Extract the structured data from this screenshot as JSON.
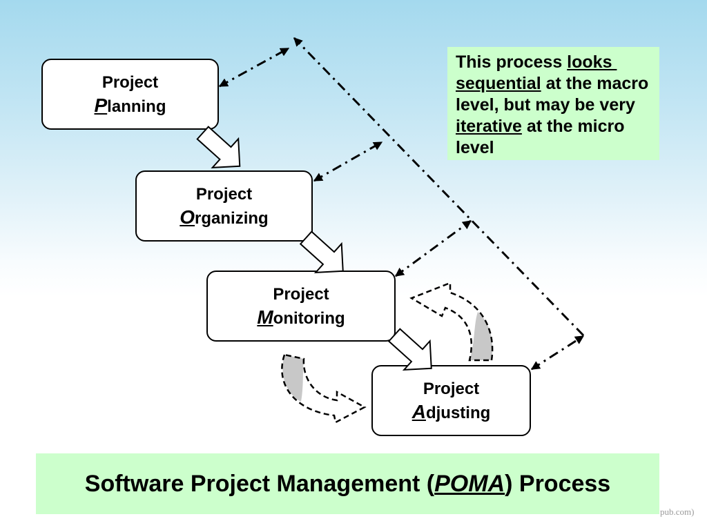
{
  "diagram": {
    "boxes": [
      {
        "label": "Project",
        "initial": "P",
        "rest": "lanning"
      },
      {
        "label": "Project",
        "initial": "O",
        "rest": "rganizing"
      },
      {
        "label": "Project",
        "initial": "M",
        "rest": "onitoring"
      },
      {
        "label": "Project",
        "initial": "A",
        "rest": "djusting"
      }
    ]
  },
  "note": {
    "line1_text": "This process ",
    "line1_underlined": "looks ",
    "line2_underlined": "sequential",
    "line2_text": " at the macro",
    "line3_text": "level, but may be very",
    "line4_underlined": "iterative",
    "line4_text": " at the micro",
    "line5_text": "level"
  },
  "title": {
    "before": "Software Project Management (",
    "acronym": "POMA",
    "after": ") Process"
  },
  "footer": {
    "copyright_fragment": "pub.com)"
  },
  "colors": {
    "background_top": "#a4d9ee",
    "box_fill": "#ffffff",
    "outline": "#000000",
    "note_fill": "#ccffcc",
    "title_fill": "#ccffcc",
    "iteration_shade": "#c8c8c8"
  }
}
